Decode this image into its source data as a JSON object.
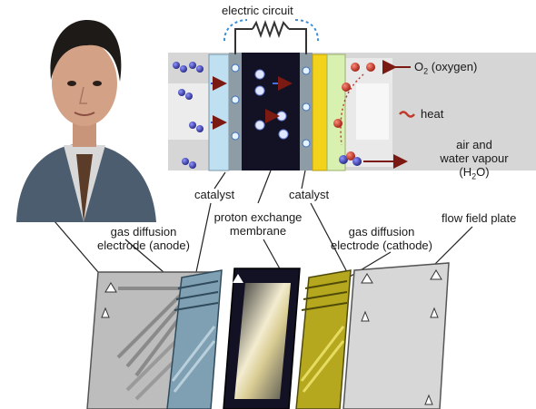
{
  "labels": {
    "electric_circuit": "electric circuit",
    "oxygen_main": "O",
    "oxygen_sub": "2",
    "oxygen_rest": " (oxygen)",
    "heat": "heat",
    "air_line1": "air and",
    "air_line2": "water vapour",
    "water_pre": "(H",
    "water_sub": "2",
    "water_post": "O)",
    "catalyst_left": "catalyst",
    "catalyst_right": "catalyst",
    "pem_line1": "proton exchange",
    "pem_line2": "membrane",
    "gdl_anode_line1": "gas diffusion",
    "gdl_anode_line2": "electrode (anode)",
    "gdl_cathode_line1": "gas diffusion",
    "gdl_cathode_line2": "electrode (cathode)",
    "flow_field_plate": "flow field plate"
  },
  "colors": {
    "hydrogen": "#3b3fa8",
    "oxygen": "#c0392b",
    "membrane": "#1b1b2e",
    "anode_gdl": "#7fa0b3",
    "cathode_gdl": "#b5a81e",
    "catalyst_cathode": "#f2d21b",
    "plate": "#c9c9c9"
  }
}
